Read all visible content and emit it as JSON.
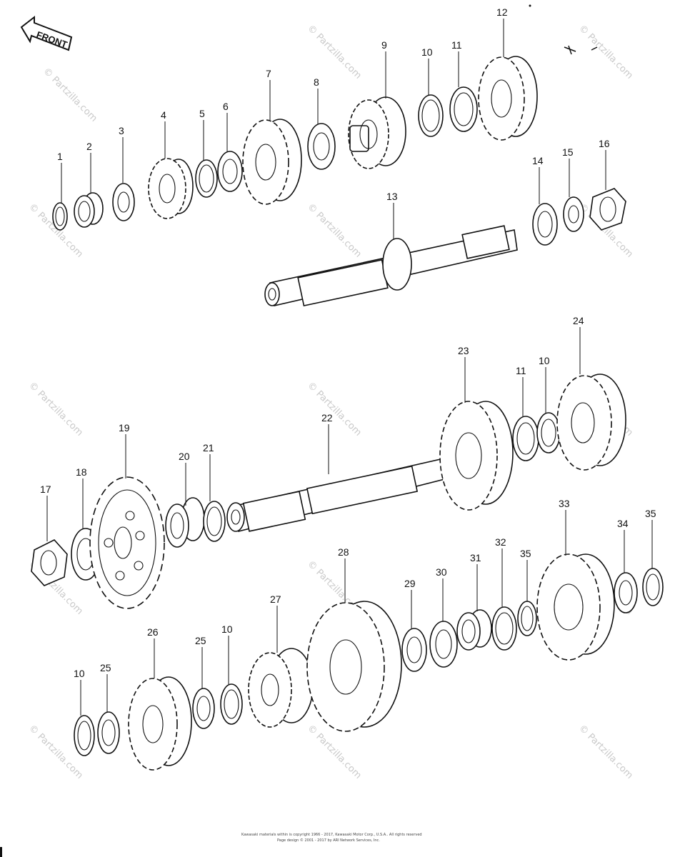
{
  "front_label": "FRONT",
  "callouts": [
    "1",
    "2",
    "3",
    "4",
    "5",
    "6",
    "7",
    "8",
    "9",
    "10",
    "11",
    "12",
    "13",
    "14",
    "15",
    "16",
    "17",
    "18",
    "19",
    "20",
    "21",
    "22",
    "23",
    "24",
    "25",
    "26",
    "27",
    "28",
    "29",
    "30",
    "31",
    "32",
    "33",
    "34",
    "35"
  ],
  "callout_labels": {
    "c1": "1",
    "c2": "2",
    "c3": "3",
    "c4": "4",
    "c5": "5",
    "c6": "6",
    "c7": "7",
    "c8": "8",
    "c9": "9",
    "c10a": "10",
    "c11a": "11",
    "c12": "12",
    "c13": "13",
    "c14": "14",
    "c15": "15",
    "c16": "16",
    "c17": "17",
    "c18": "18",
    "c19": "19",
    "c20": "20",
    "c21": "21",
    "c22": "22",
    "c23": "23",
    "c11b": "11",
    "c10b": "10",
    "c24": "24",
    "c10c": "10",
    "c25a": "25",
    "c26": "26",
    "c25b": "25",
    "c10d": "10",
    "c27": "27",
    "c28": "28",
    "c29": "29",
    "c30": "30",
    "c31": "31",
    "c32": "32",
    "c35a": "35",
    "c33": "33",
    "c34": "34",
    "c35b": "35"
  },
  "watermark": "© Partzilla.com",
  "footer": {
    "line1": "Kawasaki materials within is copyright 1966 - 2017, Kawasaki Motor Corp., U.S.A.. All rights reserved",
    "line2": "Page design © 2001 - 2017 by ARI Network Services, Inc."
  }
}
